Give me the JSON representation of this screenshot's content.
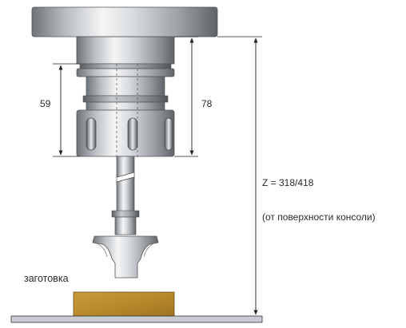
{
  "dimensions": {
    "collet_height": "59",
    "holder_height": "78",
    "z_travel": "Z = 318/418",
    "z_note": "(от поверхности консоли)"
  },
  "labels": {
    "workpiece": "заготовка"
  },
  "icons": [
    "spindle-icon",
    "collet-nut-icon",
    "router-bit-icon",
    "workpiece-icon",
    "table-icon"
  ],
  "colors": {
    "steel_dark": "#6e7378",
    "steel_light": "#f4f5f6",
    "workpiece": "#b98a2c",
    "table": "#c9ccd0",
    "line": "#222222"
  }
}
